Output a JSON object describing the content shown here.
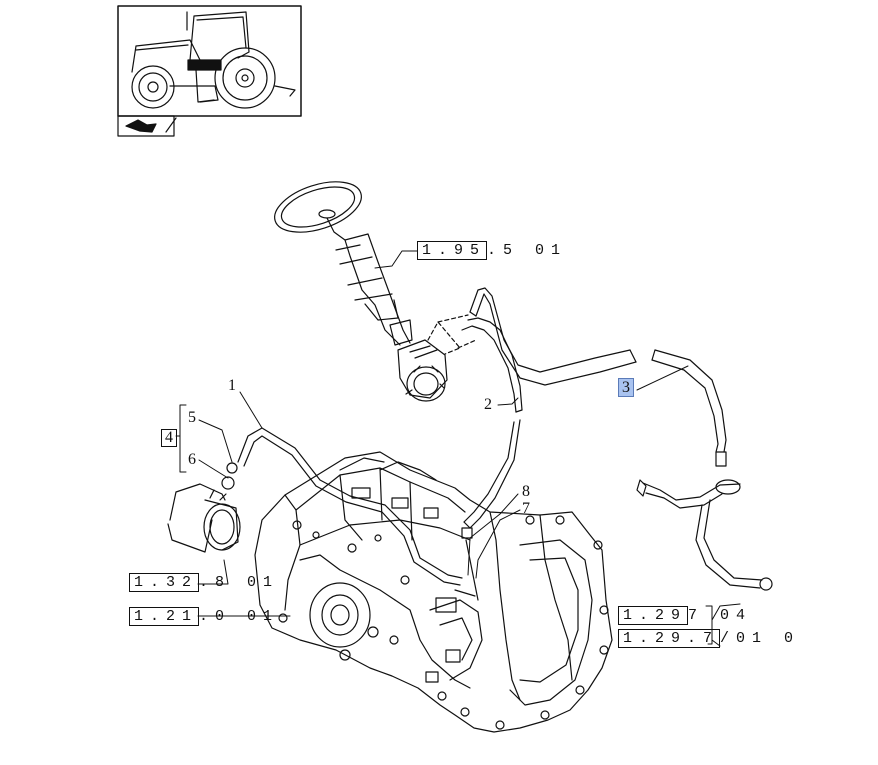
{
  "references": [
    {
      "key": "steering",
      "boxed": "1.95",
      "rest": ".5 01"
    },
    {
      "key": "pump",
      "boxed": "1.32",
      "rest": ".8 01"
    },
    {
      "key": "transmission",
      "boxed": "1.21",
      "rest": ".0 01"
    },
    {
      "key": "brake_pipe_a",
      "boxed": "1.29",
      "rest": "7 04"
    },
    {
      "key": "brake_pipe_b",
      "boxed": "1.29.7",
      "rest": "/01 0"
    }
  ],
  "callouts": [
    "1",
    "2",
    "3",
    "4",
    "5",
    "6",
    "7",
    "8"
  ],
  "highlight": {
    "callout": "3",
    "color": "#a9c3f0"
  }
}
